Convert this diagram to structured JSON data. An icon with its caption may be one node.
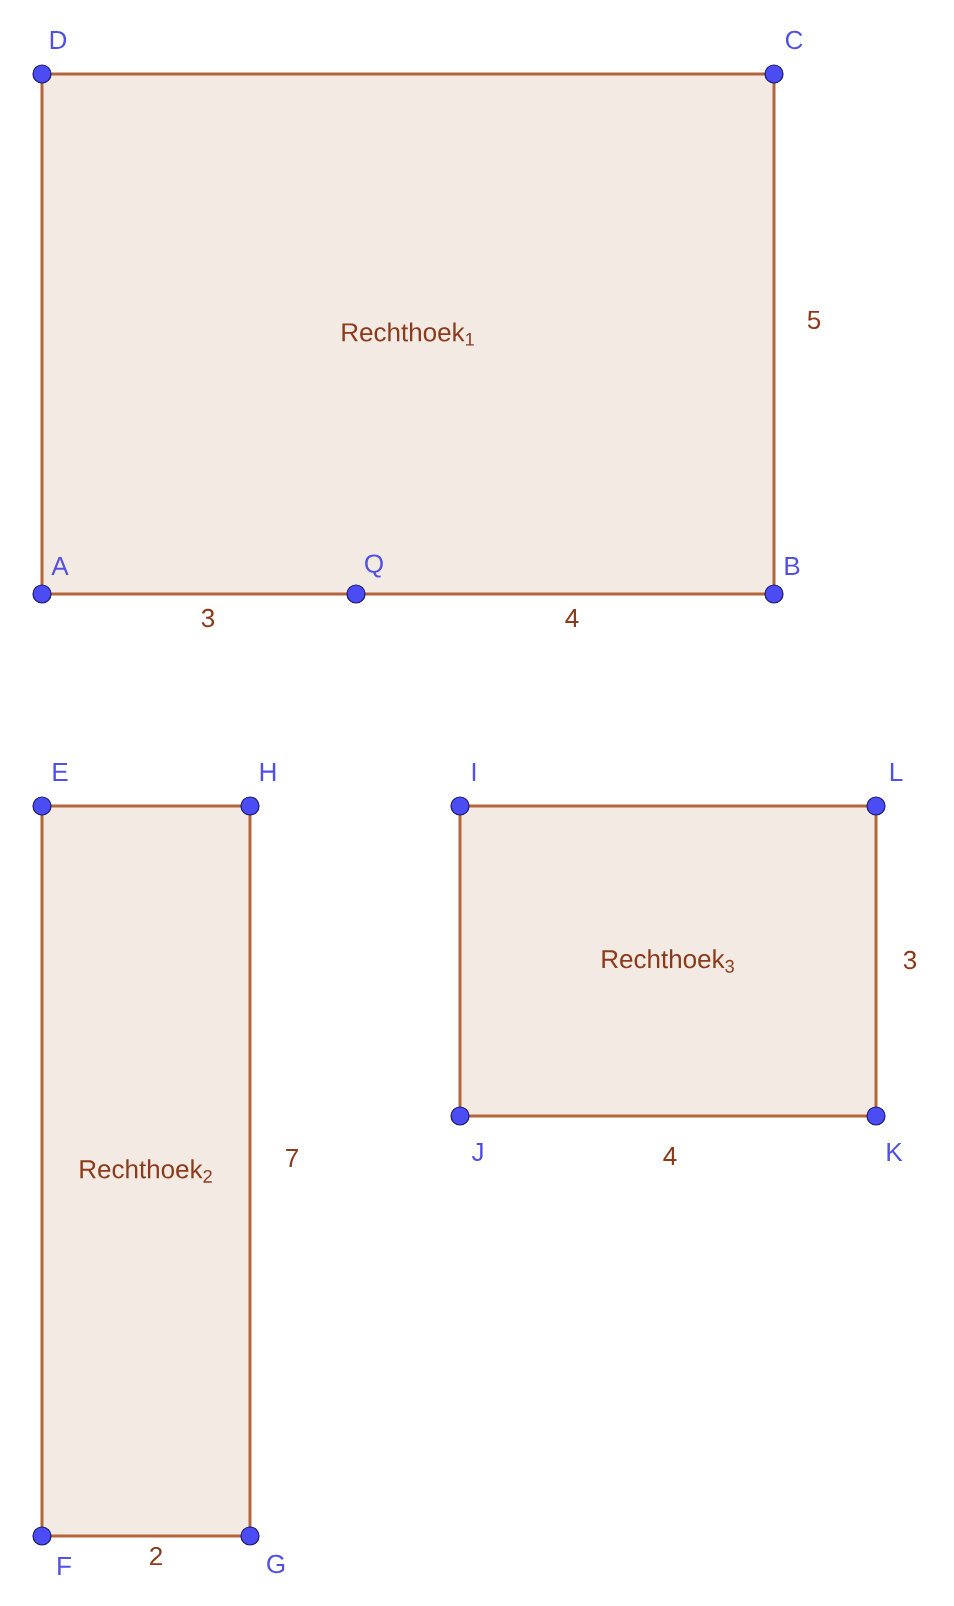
{
  "diagram": {
    "nodes": [
      {
        "text": [
          "Rechthoek$_{1}$"
        ]
      },
      {
        "text": [
          "Rechthoek$_{2}$"
        ]
      },
      {
        "text": [
          "Rechthoek$_{3}$"
        ]
      }
    ],
    "labels": [
      "D",
      "C",
      "5",
      "A",
      "Q",
      "B",
      "3",
      "4",
      "E",
      "H",
      "I",
      "L",
      "3",
      "7",
      "J",
      "4",
      "K",
      "F",
      "2",
      "G"
    ]
  }
}
